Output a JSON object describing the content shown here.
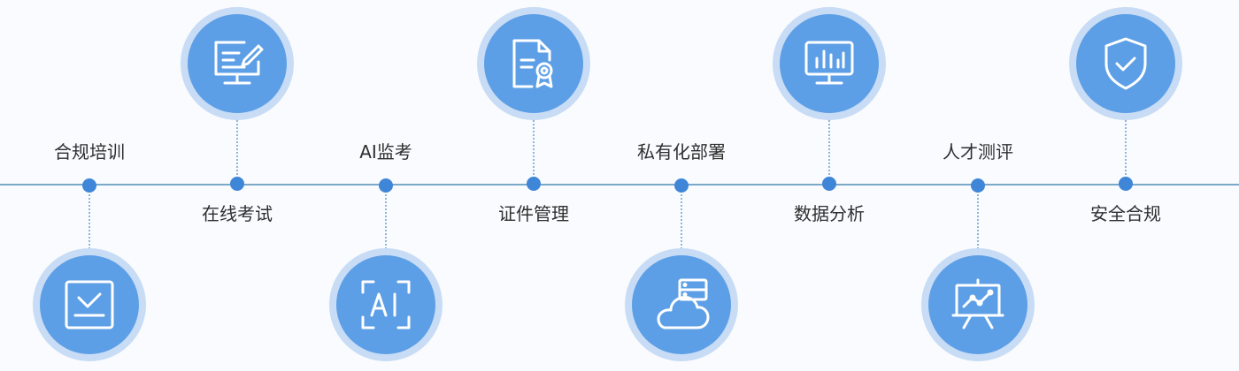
{
  "items": [
    {
      "label": "合规培训",
      "icon": "checkbox-icon"
    },
    {
      "label": "在线考试",
      "icon": "computer-edit-icon"
    },
    {
      "label": "AI监考",
      "icon": "ai-scan-icon"
    },
    {
      "label": "证件管理",
      "icon": "certificate-icon"
    },
    {
      "label": "私有化部署",
      "icon": "cloud-server-icon"
    },
    {
      "label": "数据分析",
      "icon": "bar-chart-monitor-icon"
    },
    {
      "label": "人才测评",
      "icon": "presentation-board-icon"
    },
    {
      "label": "安全合规",
      "icon": "shield-check-icon"
    }
  ],
  "colors": {
    "background": "#f9fbfe",
    "line": "#7aa8c8",
    "node": "#3f86d8",
    "circle_inner": "#5d9fe6",
    "circle_outer": "#c8dcf5",
    "text": "#2f2f2f"
  }
}
